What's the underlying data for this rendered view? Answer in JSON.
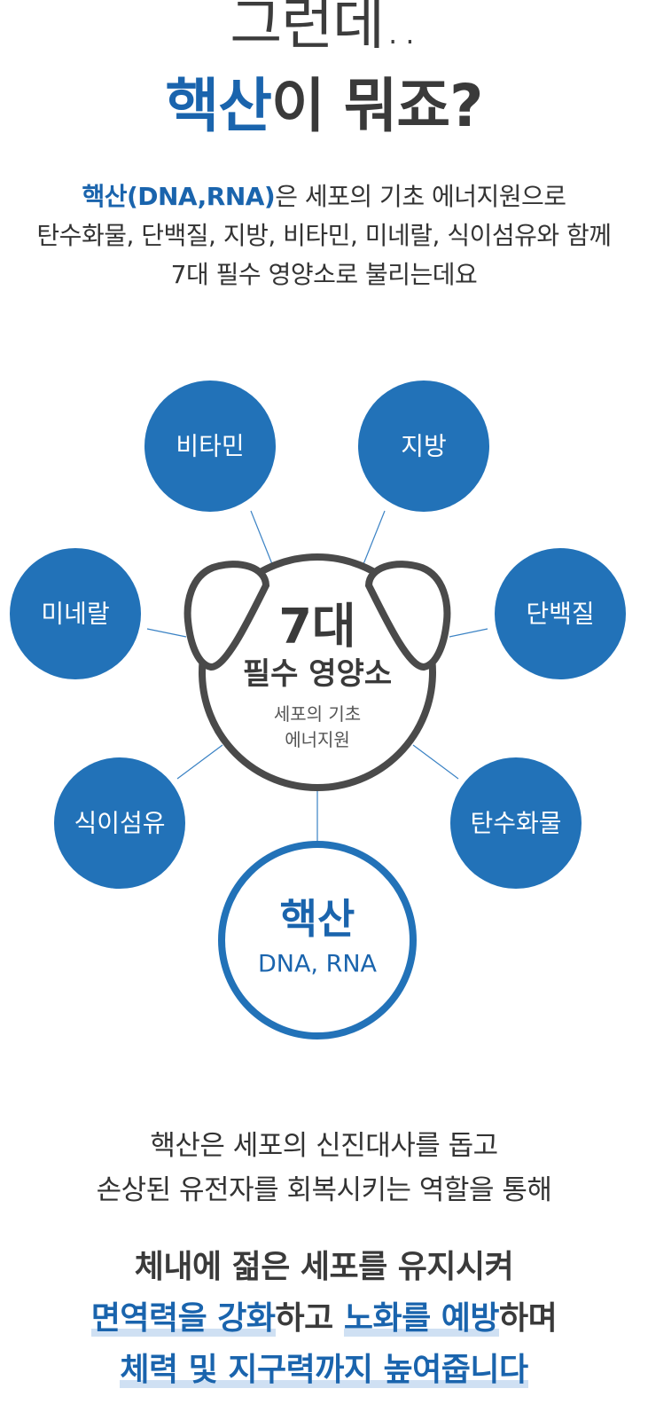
{
  "heading": {
    "line1": "그런데..",
    "line2_highlight": "핵산",
    "line2_rest": "이 뭐죠?"
  },
  "intro": {
    "line1_bold": "핵산(DNA,RNA)",
    "line1_rest": "은 세포의 기초 에너지원으로",
    "line2": "탄수화물, 단백질, 지방, 비타민, 미네랄, 식이섬유와 함께",
    "line3": "7대 필수 영양소로 불리는데요"
  },
  "diagram": {
    "center": {
      "title": "7대",
      "subtitle": "필수 영양소",
      "desc1": "세포의 기초",
      "desc2": "에너지원"
    },
    "nodes": [
      "비타민",
      "지방",
      "미네랄",
      "단백질",
      "식이섬유",
      "탄수화물"
    ],
    "nucleic": {
      "title": "핵산",
      "sub": "DNA, RNA"
    },
    "colors": {
      "node": "#2272b8",
      "line": "#3a82c4",
      "outline": "#4a4a4a",
      "nucleic_ring": "#2272b8"
    }
  },
  "bottom": {
    "line1": "핵산은 세포의 신진대사를 돕고",
    "line2": "손상된 유전자를 회복시키는 역할을 통해",
    "line3": "체내에 젊은 세포를 유지시켜",
    "line4_hl1": "면역력을 강화",
    "line4_mid": "하고 ",
    "line4_hl2": "노화를 예방",
    "line4_end": "하며",
    "line5": "체력 및 지구력까지 높여줍니다"
  }
}
